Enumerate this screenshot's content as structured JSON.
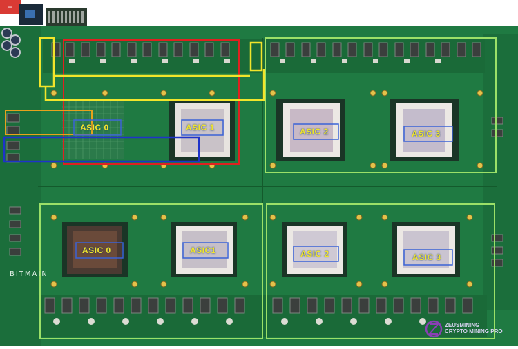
{
  "board": {
    "brand": "BITMAIN",
    "colors": {
      "pcb": "#1f7a42",
      "pcb_dark": "#15602f",
      "chip": "#243028",
      "heatsink": "#c9c2c8",
      "yellow_box": "#f2e52b",
      "red_box": "#e02020",
      "blue_box": "#1f33c9",
      "green_box": "#9be068",
      "orange_box": "#e8a21c"
    },
    "top_row_asics": [
      {
        "label": "ASIC 0"
      },
      {
        "label": "ASIC 1"
      },
      {
        "label": "ASIC 2"
      },
      {
        "label": "ASIC 3"
      }
    ],
    "bottom_row_asics": [
      {
        "label": "ASIC 0"
      },
      {
        "label": "ASIC1"
      },
      {
        "label": "ASIC 2"
      },
      {
        "label": "ASIC 3"
      }
    ],
    "watermark": {
      "line1": "ZEUSMINING",
      "line2": "CRYPTO MINING PRO",
      "icon": "zeusmining-logo-icon"
    },
    "top_left_icon": "plus-icon"
  }
}
